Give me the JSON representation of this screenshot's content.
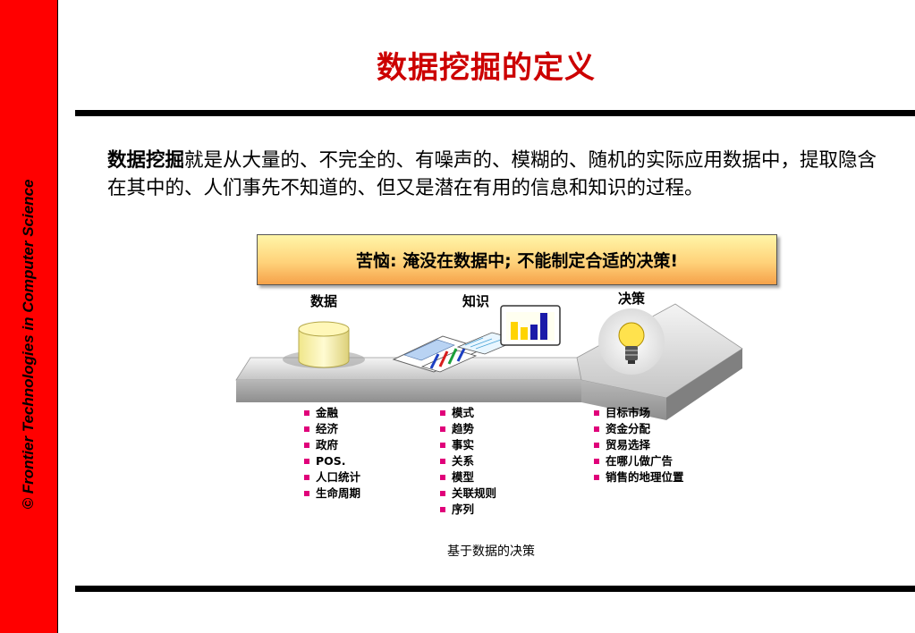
{
  "sidebar": {
    "text": "©  Frontier Technologies in Computer Science"
  },
  "title": "数据挖掘的定义",
  "definition": {
    "term": "数据挖掘",
    "text": "就是从大量的、不完全的、有噪声的、模糊的、随机的实际应用数据中，提取隐含在其中的、人们事先不知道的、但又是潜在有用的信息和知识的过程。"
  },
  "banner": "苦恼: 淹没在数据中; 不能制定合适的决策!",
  "columns": {
    "data": {
      "heading": "数据",
      "items": [
        "金融",
        "经济",
        "政府",
        "POS.",
        "人口统计",
        "生命周期"
      ]
    },
    "knowledge": {
      "heading": "知识",
      "items": [
        "模式",
        "趋势",
        "事实",
        "关系",
        "模型",
        "关联规则",
        "序列"
      ]
    },
    "decision": {
      "heading": "决策",
      "items": [
        "目标市场",
        "资金分配",
        "贸易选择",
        "在哪儿做广告",
        "销售的地理位置"
      ]
    }
  },
  "caption": "基于数据的决策",
  "colors": {
    "sidebar": "#ff0000",
    "title": "#cc0000",
    "bullet": "#e0007a"
  },
  "icons": [
    "database-cylinder-icon",
    "report-sheets-icon",
    "bar-chart-screen-icon",
    "lightbulb-icon",
    "arrow-platform"
  ]
}
